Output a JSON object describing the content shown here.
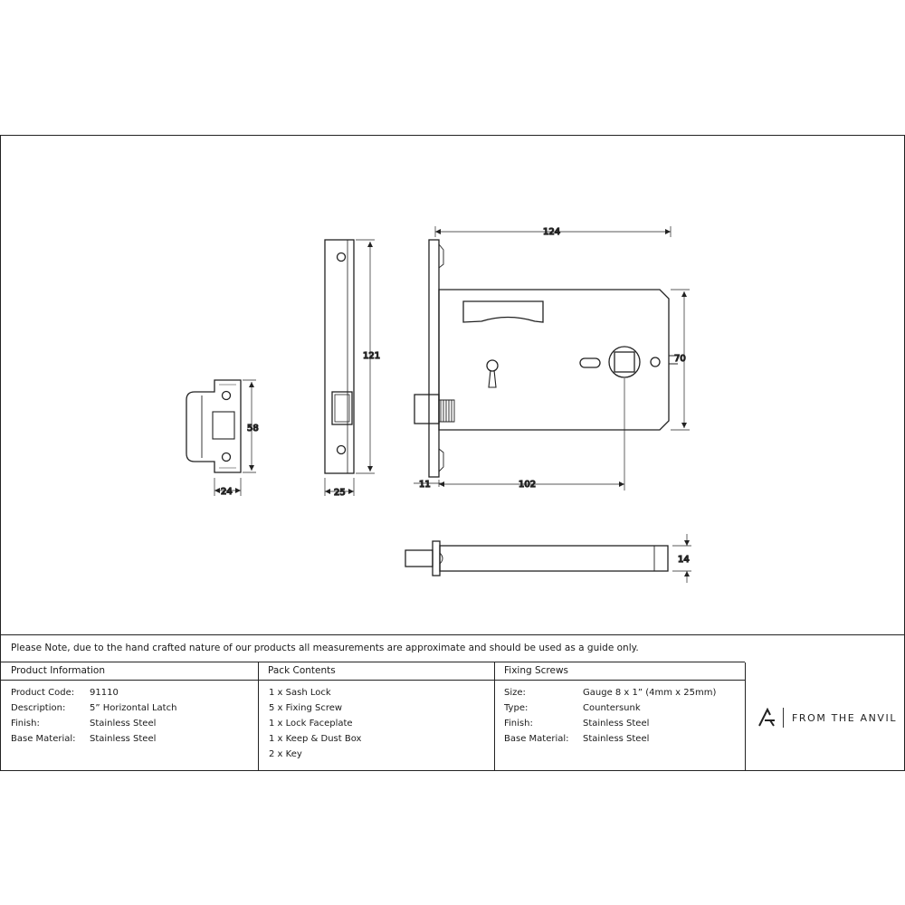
{
  "dimensions": {
    "keep_height": "58",
    "keep_width": "24",
    "faceplate_height": "121",
    "faceplate_width": "25",
    "case_length": "124",
    "case_height": "70",
    "backset": "102",
    "forend_offset": "11",
    "case_depth": "14"
  },
  "note": "Please Note, due to the hand crafted nature of our products all measurements are approximate and should be used as a guide only.",
  "product_info": {
    "heading": "Product Information",
    "labels": [
      "Product Code:",
      "Description:",
      "Finish:",
      "Base Material:"
    ],
    "values": [
      "91110",
      "5” Horizontal Latch",
      "Stainless Steel",
      "Stainless Steel"
    ]
  },
  "pack_contents": {
    "heading": "Pack Contents",
    "items": [
      "1 x Sash Lock",
      "5 x Fixing Screw",
      "1 x Lock Faceplate",
      "1 x Keep & Dust Box",
      "2 x Key"
    ]
  },
  "fixing_screws": {
    "heading": "Fixing Screws",
    "labels": [
      "Size:",
      "Type:",
      "Finish:",
      "Base Material:"
    ],
    "values": [
      "Gauge 8 x 1” (4mm x 25mm)",
      "Countersunk",
      "Stainless Steel",
      "Stainless Steel"
    ]
  },
  "brand": {
    "name": "FROM THE ANVIL",
    "logo_icon": "anvil-logo-icon"
  }
}
